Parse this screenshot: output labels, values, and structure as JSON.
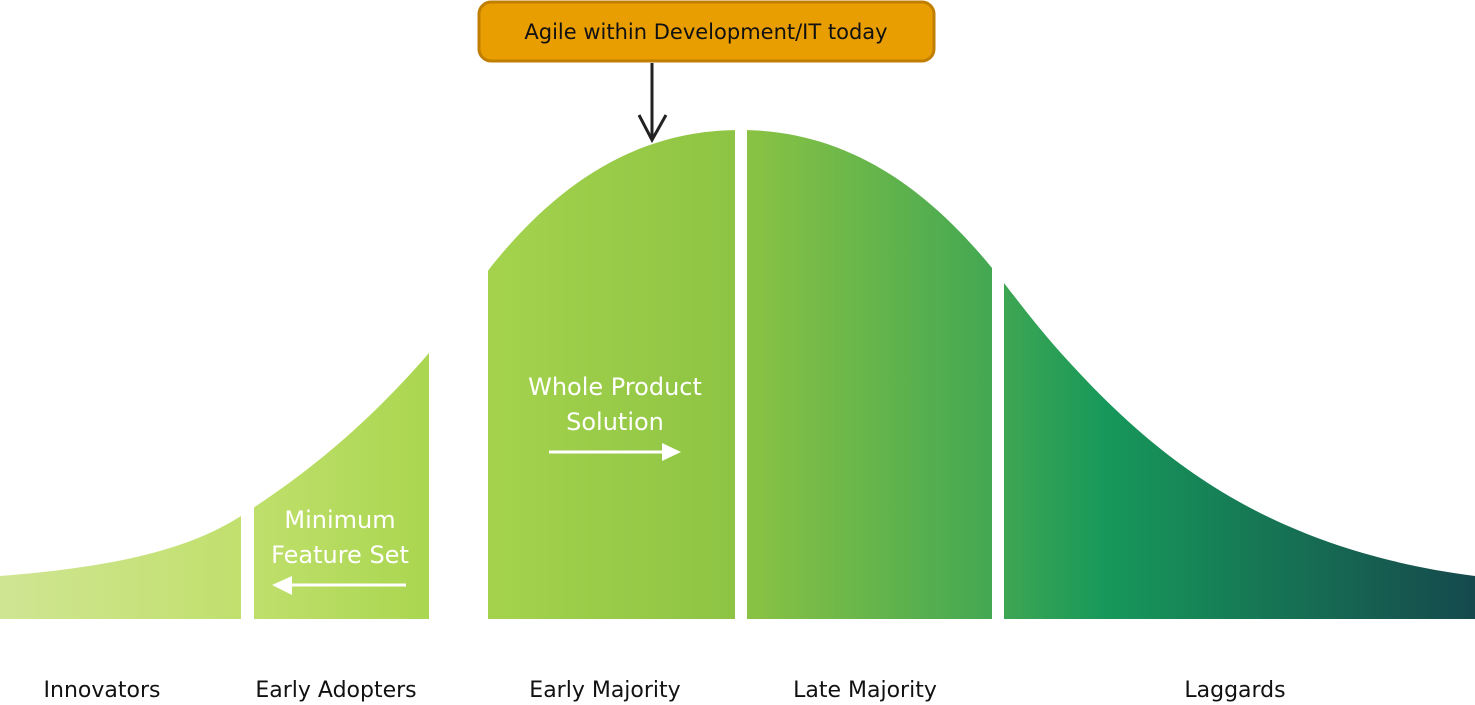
{
  "callout": {
    "label": "Agile within Development/IT today",
    "fill": "#e89d00",
    "border": "#c07f00"
  },
  "segments": [
    {
      "label": "Innovators"
    },
    {
      "label": "Early Adopters"
    },
    {
      "label": "Early Majority"
    },
    {
      "label": "Late Majority"
    },
    {
      "label": "Laggards"
    }
  ],
  "annotations": {
    "minimum_line1": "Minimum",
    "minimum_line2": "Feature Set",
    "whole_line1": "Whole Product",
    "whole_line2": "Solution"
  },
  "colors": {
    "light_green": "#d0e592",
    "mid_green": "#8dc443",
    "green": "#17985a",
    "dark_teal": "#15494d"
  }
}
